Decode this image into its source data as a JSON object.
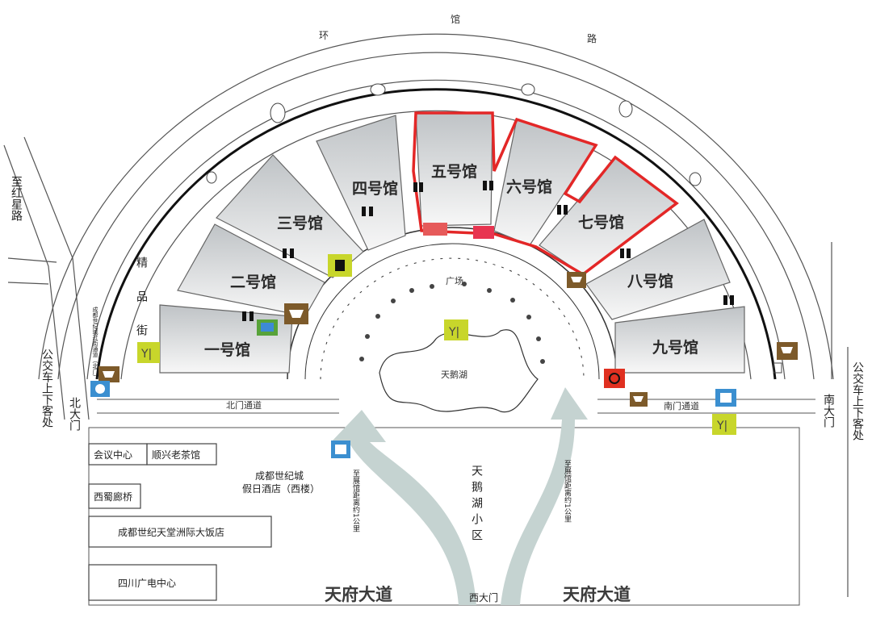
{
  "map": {
    "ring_road_chars": [
      "馆",
      "环",
      "路"
    ],
    "halls": [
      {
        "id": "hall-1",
        "label": "一号馆",
        "highlighted": false
      },
      {
        "id": "hall-2",
        "label": "二号馆",
        "highlighted": false
      },
      {
        "id": "hall-3",
        "label": "三号馆",
        "highlighted": false
      },
      {
        "id": "hall-4",
        "label": "四号馆",
        "highlighted": false
      },
      {
        "id": "hall-5",
        "label": "五号馆",
        "highlighted": true
      },
      {
        "id": "hall-6",
        "label": "六号馆",
        "highlighted": true
      },
      {
        "id": "hall-7",
        "label": "七号馆",
        "highlighted": true
      },
      {
        "id": "hall-8",
        "label": "八号馆",
        "highlighted": false
      },
      {
        "id": "hall-9",
        "label": "九号馆",
        "highlighted": false
      }
    ],
    "labels": {
      "square": "广场",
      "lake": "天鹅湖",
      "north_passage": "北门通道",
      "south_passage": "南门通道",
      "north_gate": "北大门",
      "south_gate": "南大门",
      "west_gate": "西大门",
      "jingpin_street": "精品街",
      "to_hongxing": "至红星路",
      "bus_stop_left": "公交车上下客处",
      "bus_stop_right": "公交车上下客处",
      "tianehu_district": "天鹅湖小区",
      "tianfu_left": "天府大道",
      "tianfu_right": "天府大道",
      "arrow_left_text": "至展馆距离约1公里",
      "arrow_right_text": "至展馆距离约1公里",
      "conference": "会议中心",
      "teahouse": "顺兴老茶馆",
      "xishu_bridge": "西蜀廊桥",
      "holiday_inn_1": "成都世纪城",
      "holiday_inn_2": "假日酒店（西楼）",
      "intercontinental": "成都世纪天堂洲际大饭店",
      "broadcast": "四川广电中心",
      "underpass_note": "成都世纪城过街通道（北门）"
    },
    "colors": {
      "highlight": "#e32727",
      "hall_fill_top": "#c7cacc",
      "hall_fill_bottom": "#f6f6f6",
      "arrow": "#c5d3d1",
      "icon_green": "#c8d62b",
      "icon_brown": "#7d5a2a",
      "icon_blue": "#3b8fd0"
    },
    "icons": [
      "restroom-icon",
      "shopping-cart-icon",
      "restaurant-icon",
      "service-desk-icon",
      "info-icon",
      "atm-icon",
      "customer-service-icon"
    ]
  }
}
